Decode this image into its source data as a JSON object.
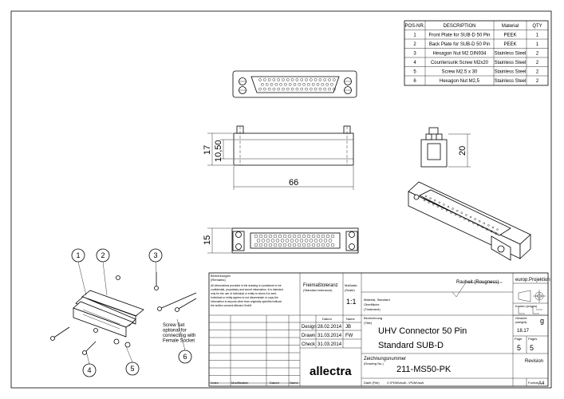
{
  "bom": {
    "headers": [
      "POS-NR.",
      "DESCRIPTION",
      "Material",
      "QTY"
    ],
    "rows": [
      [
        "1",
        "Front Plate for SUB-D 50 Pin",
        "PEEK",
        "1"
      ],
      [
        "2",
        "Back Plate for SUB-D 50 Pin",
        "PEEK",
        "1"
      ],
      [
        "3",
        "Hexagon Nut M2 DIN934",
        "Stainless Steel",
        "2"
      ],
      [
        "4",
        "Countersunk Screw M2x20",
        "Stainless Steel",
        "2"
      ],
      [
        "5",
        "Screw M2.5 x 30",
        "Stainless Steel",
        "2"
      ],
      [
        "6",
        "Hexagon Nut M2,5",
        "Stainless Steel",
        "2"
      ]
    ]
  },
  "dimensions": {
    "height": "17",
    "body_height": "10,50",
    "length": "66",
    "side_height": "20",
    "bottom_height": "15"
  },
  "balloons": [
    "1",
    "2",
    "3",
    "4",
    "5",
    "6"
  ],
  "note": [
    "Screw Set",
    "optional for",
    "connecting with",
    "Female Socket"
  ],
  "title_block": {
    "remarks_label": "Bemerkungen",
    "remarks_sub": "(Remarks)",
    "disclaimer": [
      "All informations provided in the drawing is considered to be",
      "confidential, proprietary and secret information. It is intended",
      "only for the use of individual or entity to whom it is sent.",
      "Individual or entity agrees to not disseminate or copy the",
      "information to anyone other than originally specified without",
      "the written consent Allectra GmbH."
    ],
    "tolerance_label": "Freimaßtoleranz",
    "tolerance_sub": "(Standard tolerance)",
    "scale_label": "Maßstab",
    "scale_sub": "(Scale)",
    "scale": "1:1",
    "roughness": "Rauheit (Rougness)",
    "material_label": "Material, Standard",
    "surface_label": "Oberfläche",
    "treatment_label": "(Treatment)",
    "projection_label": "europ.Projektion",
    "edges_label": "Kanten (edges)",
    "weight_label": "Gewicht",
    "weight_sub": "(weight)",
    "weight_unit": "g",
    "weight": "18.17",
    "page_label": "Page",
    "pages_label": "Pages",
    "page": "5",
    "pages": "5",
    "datum_header": "Datum",
    "name_header": "Name",
    "design_label": "Design",
    "design_date": "28.02.2014",
    "design_name": "JB",
    "drawn_label": "Drawn",
    "drawn_date": "31.03.2014",
    "drawn_name": "FW",
    "check_label": "Check",
    "check_date": "31.03.2014",
    "check_name": "",
    "title_label": "Bezeichnung",
    "title_sub": "(Title)",
    "title_line1": "UHV Connector 50 Pin",
    "title_line2": "Standard SUB-D",
    "drawing_no_label": "Zeichnungsnummer",
    "drawing_no_sub": "(Drawing No.)",
    "drawing_no": "211-MS50-PK",
    "revision_label": "Revision",
    "file_label": "Datei (File)",
    "file_path": "C:\\PDMVault\\...\\PDMVault",
    "format_label": "Format",
    "format": "A4",
    "index_label": "Index",
    "modification_label": "Modification",
    "datum_label": "Datum",
    "name_label": "Name",
    "logo": "allectra"
  }
}
